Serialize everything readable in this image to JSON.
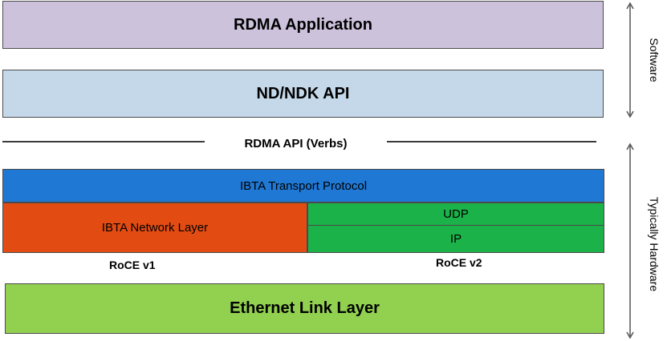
{
  "layers": {
    "application": "RDMA Application",
    "api": "ND/NDK API",
    "verbs": "RDMA API (Verbs)",
    "transport": "IBTA Transport Protocol",
    "network": "IBTA Network Layer",
    "udp": "UDP",
    "ip": "IP",
    "ethernet": "Ethernet Link Layer"
  },
  "captions": {
    "roce_v1": "RoCE v1",
    "roce_v2": "RoCE v2"
  },
  "side_labels": {
    "software": "Software",
    "hardware": "Typically Hardware"
  },
  "colors": {
    "application": "#cdc2dc",
    "api": "#c5d8e9",
    "transport": "#1f78d4",
    "network": "#e24c12",
    "udp_ip": "#1cb24a",
    "ethernet": "#92d050"
  }
}
